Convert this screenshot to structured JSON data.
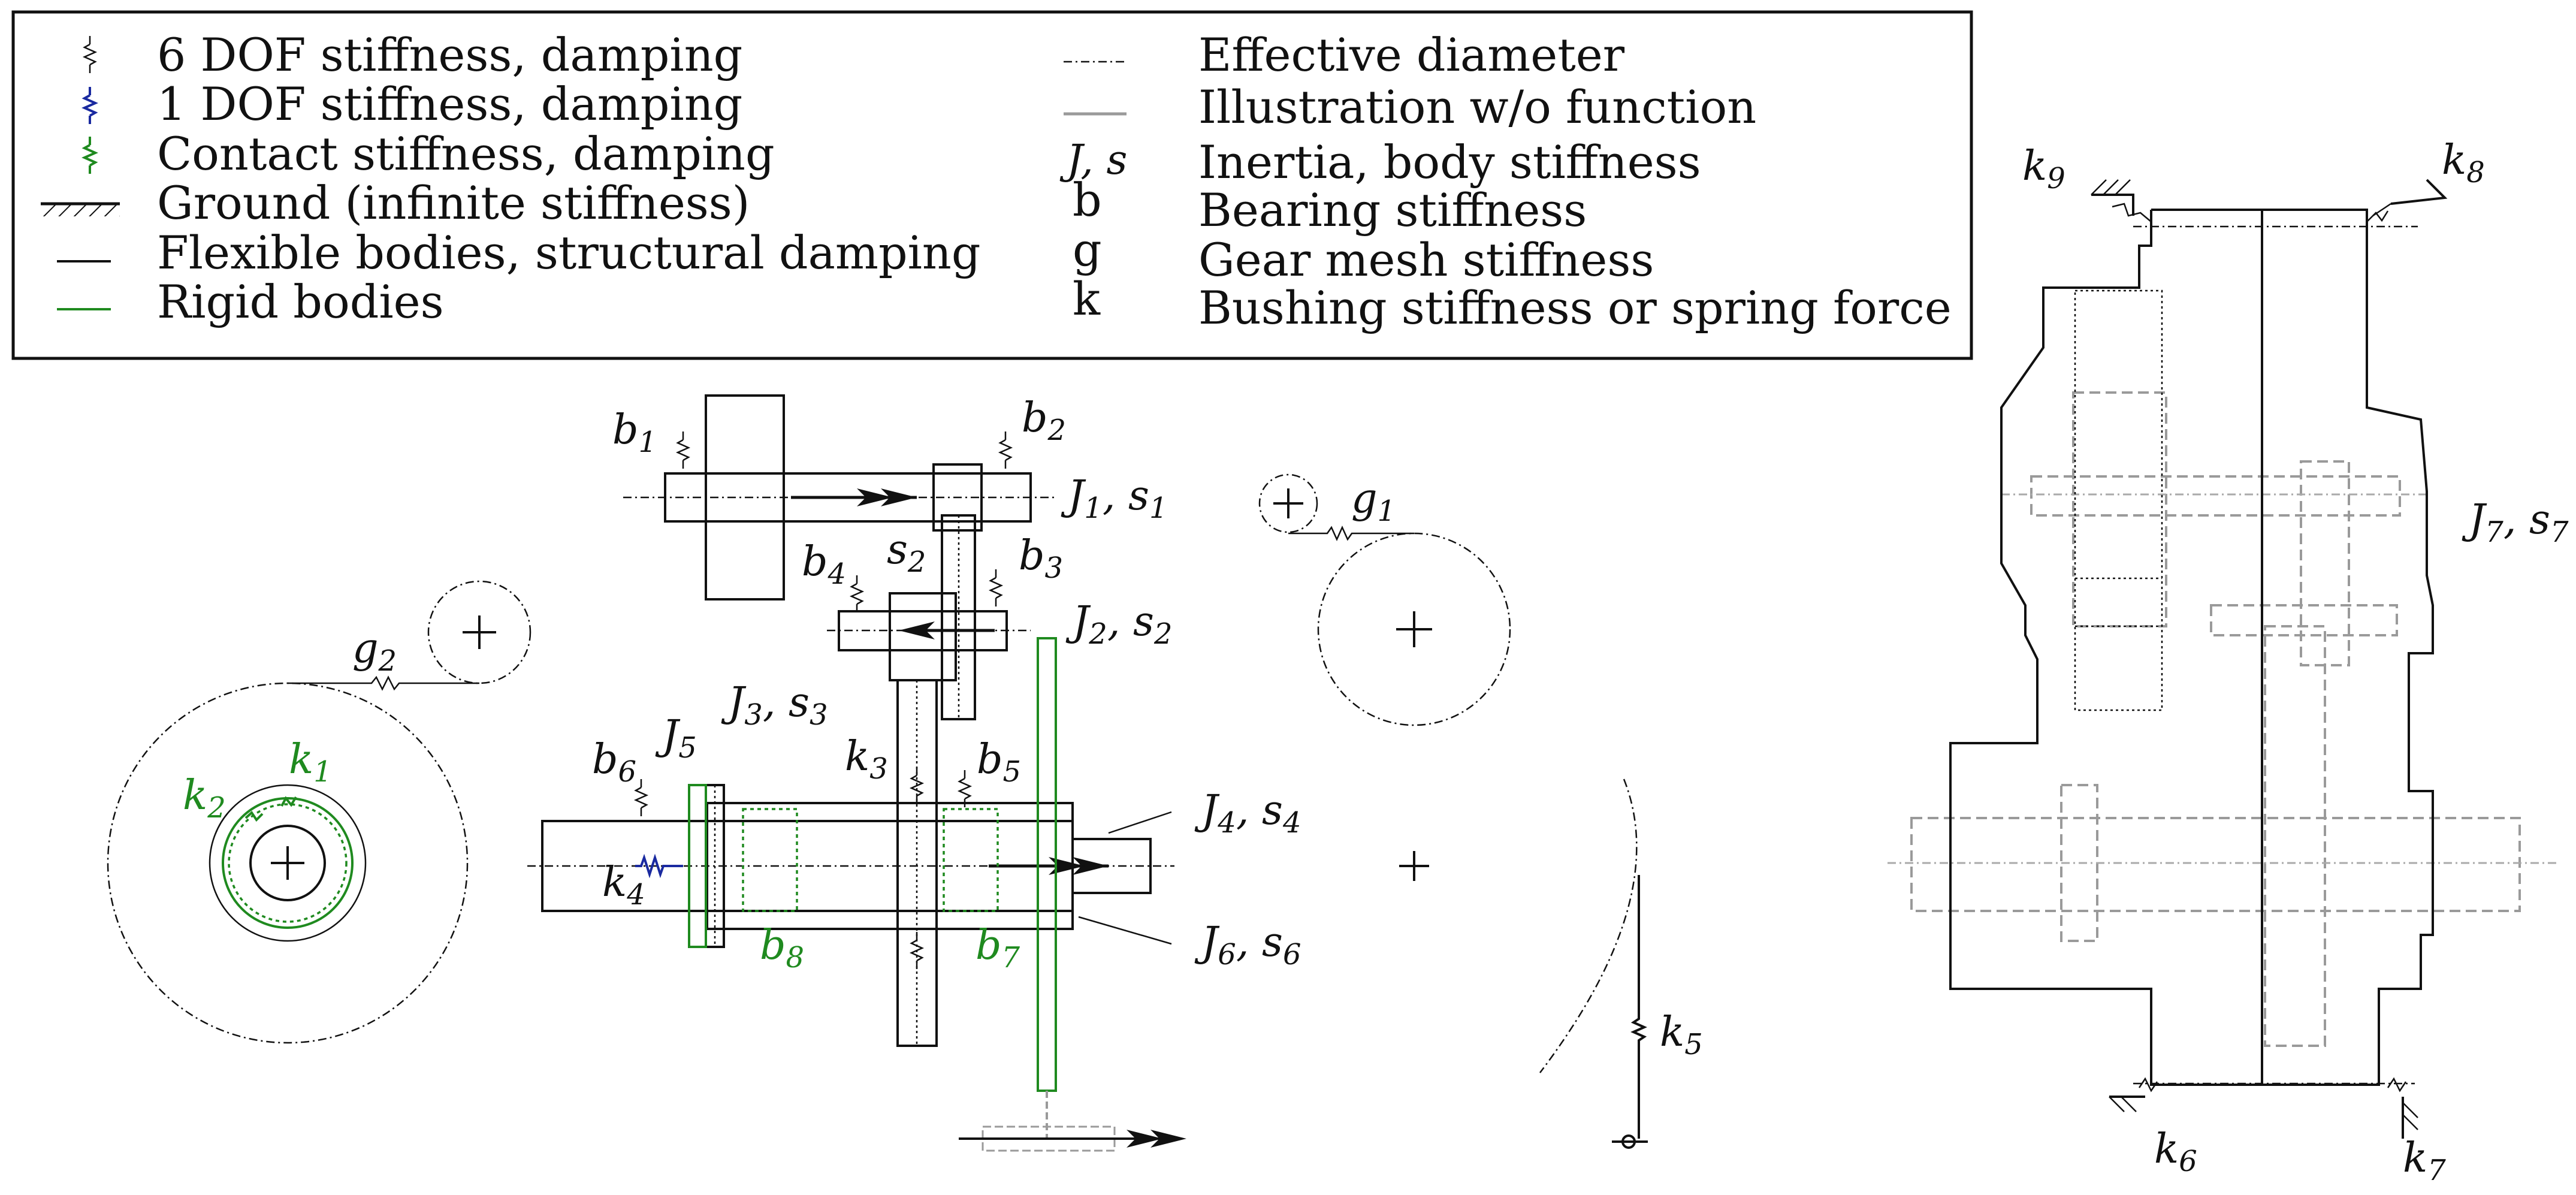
{
  "legend": {
    "left": [
      {
        "label": "6 DOF stiffness, damping"
      },
      {
        "label": "1 DOF stiffness, damping"
      },
      {
        "label": "Contact stiffness, damping"
      },
      {
        "label": "Ground (infinite stiffness)"
      },
      {
        "label": "Flexible bodies, structural damping"
      },
      {
        "label": "Rigid bodies"
      }
    ],
    "right": [
      {
        "symbol": "",
        "label": "Effective diameter"
      },
      {
        "symbol": "",
        "label": "Illustration w/o function"
      },
      {
        "symbol": "J, s",
        "label": "Inertia, body stiffness"
      },
      {
        "symbol": "b",
        "label": "Bearing stiffness"
      },
      {
        "symbol": "g",
        "label": "Gear mesh stiffness"
      },
      {
        "symbol": "k",
        "label": "Bushing stiffness or spring force"
      }
    ]
  },
  "labels": {
    "b1": {
      "base": "b",
      "sub": "1"
    },
    "b2": {
      "base": "b",
      "sub": "2"
    },
    "b3": {
      "base": "b",
      "sub": "3"
    },
    "b4": {
      "base": "b",
      "sub": "4"
    },
    "b5": {
      "base": "b",
      "sub": "5"
    },
    "b6": {
      "base": "b",
      "sub": "6"
    },
    "b7": {
      "base": "b",
      "sub": "7"
    },
    "b8": {
      "base": "b",
      "sub": "8"
    },
    "g1": {
      "base": "g",
      "sub": "1"
    },
    "g2": {
      "base": "g",
      "sub": "2"
    },
    "k1": {
      "base": "k",
      "sub": "1"
    },
    "k2": {
      "base": "k",
      "sub": "2"
    },
    "k3": {
      "base": "k",
      "sub": "3"
    },
    "k4": {
      "base": "k",
      "sub": "4"
    },
    "k5": {
      "base": "k",
      "sub": "5"
    },
    "k6": {
      "base": "k",
      "sub": "6"
    },
    "k7": {
      "base": "k",
      "sub": "7"
    },
    "k8": {
      "base": "k",
      "sub": "8"
    },
    "k9": {
      "base": "k",
      "sub": "9"
    },
    "s2": {
      "base": "s",
      "sub": "2"
    },
    "J5": {
      "base": "J",
      "sub": "5"
    },
    "J1s1": {
      "a": "J",
      "as": "1",
      "sep": ", ",
      "b": "s",
      "bs": "1"
    },
    "J2s2": {
      "a": "J",
      "as": "2",
      "sep": ", ",
      "b": "s",
      "bs": "2"
    },
    "J3s3": {
      "a": "J",
      "as": "3",
      "sep": ", ",
      "b": "s",
      "bs": "3"
    },
    "J4s4": {
      "a": "J",
      "as": "4",
      "sep": ", ",
      "b": "s",
      "bs": "4"
    },
    "J6s6": {
      "a": "J",
      "as": "6",
      "sep": ", ",
      "b": "s",
      "bs": "6"
    },
    "J7s7": {
      "a": "J",
      "as": "7",
      "sep": ", ",
      "b": "s",
      "bs": "7"
    }
  },
  "colors": {
    "flexible": "#111111",
    "rigid": "#1f8a1f",
    "one_dof": "#1a2aa0",
    "illustration": "#9a9a9a"
  }
}
